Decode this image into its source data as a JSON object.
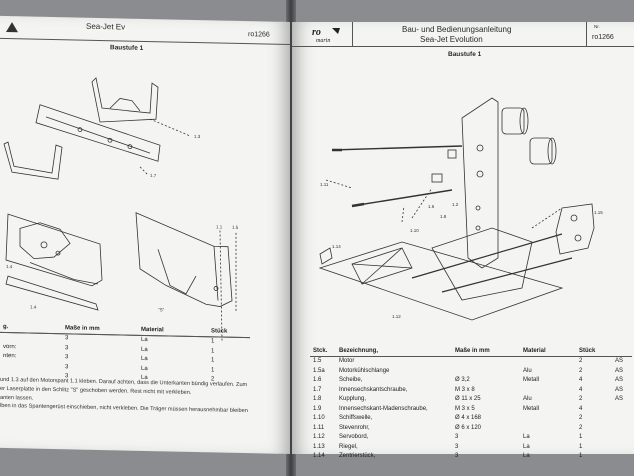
{
  "left": {
    "header_title_fragment": "Sea-Jet Ev",
    "header_nr": "ro1266",
    "step": "Baustufe 1",
    "labels": [
      "1.3",
      "1.7",
      "1.1",
      "1.5",
      "1.4",
      "1.4",
      "\"S\""
    ],
    "table": {
      "headers": [
        "g.",
        "Maße in mm",
        "Material",
        "Stück"
      ],
      "rows": [
        [
          "",
          "3",
          "La",
          "1"
        ],
        [
          "vorn:",
          "3",
          "La",
          "1"
        ],
        [
          "nten:",
          "3",
          "La",
          "1"
        ],
        [
          "",
          "3",
          "La",
          "1"
        ],
        [
          "",
          "3",
          "La",
          "2"
        ]
      ]
    },
    "paragraph": [
      "und 1.3 auf den Motorspant 1.1 kleben. Darauf achten, dass die Unterkanten bündig verlaufen. Zum",
      "er Laserplatte in den Schlitz \"S\" geschoben werden. Rest nicht mit verkleben.",
      "anten lassen.",
      "lben in das Spantengerüst einschieben, nicht verkleben. Die Träger müssen herausnehmbar bleiben"
    ]
  },
  "right": {
    "logo": "ro marin",
    "header_title_1": "Bau- und Bedienungsanleitung",
    "header_title_2": "Sea-Jet Evolution",
    "header_nr_label": "Nr.",
    "header_nr": "ro1266",
    "step": "Baustufe 1",
    "labels": [
      "1.11",
      "1.6",
      "1.10",
      "1.2",
      "1.8",
      "1.15",
      "1.14",
      "1.12"
    ],
    "table": {
      "headers": [
        "Stck.",
        "Bezeichnung,",
        "Maße in mm",
        "Material",
        "Stück"
      ],
      "rows": [
        [
          "1.5",
          "Motor",
          "",
          "",
          "2",
          "AS"
        ],
        [
          "1.5a",
          "Motorkühlschlange",
          "",
          "Alu",
          "2",
          "AS"
        ],
        [
          "1.6",
          "Scheibe,",
          "Ø 3,2",
          "Metall",
          "4",
          "AS"
        ],
        [
          "1.7",
          "Innensechskantschraube,",
          "M 3 x 8",
          "",
          "4",
          "AS"
        ],
        [
          "1.8",
          "Kupplung,",
          "Ø 11 x 25",
          "Alu",
          "2",
          "AS"
        ],
        [
          "1.9",
          "Innensechskant-Madenschraube,",
          "M 3 x 5",
          "Metall",
          "4",
          ""
        ],
        [
          "1.10",
          "Schiffswelle,",
          "Ø 4 x 168",
          "",
          "2",
          ""
        ],
        [
          "1.11",
          "Stevenrohr,",
          "Ø 6 x 120",
          "",
          "2",
          ""
        ],
        [
          "1.12",
          "Servobord,",
          "3",
          "La",
          "1",
          ""
        ],
        [
          "1.13",
          "Riegel,",
          "3",
          "La",
          "1",
          ""
        ],
        [
          "1.14",
          "Zentrierstück,",
          "3",
          "La",
          "1",
          ""
        ]
      ]
    }
  }
}
